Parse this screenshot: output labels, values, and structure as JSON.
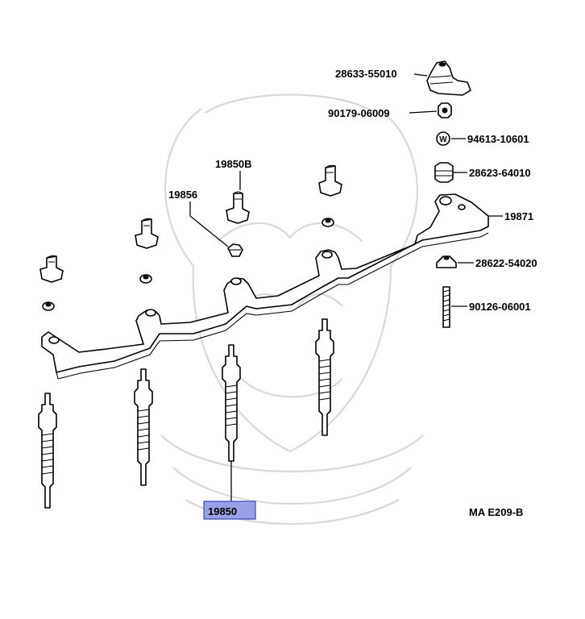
{
  "diagram": {
    "part_numbers": {
      "p28633": "28633-55010",
      "p90179": "90179-06009",
      "p94613": "94613-10601",
      "p28623": "28623-64010",
      "p19871": "19871",
      "p28622": "28622-54020",
      "p90126": "90126-06001",
      "p19850B": "19850B",
      "p19856": "19856",
      "p19850": "19850"
    },
    "washer_symbol": "W",
    "figure_code": "MA E209-B",
    "highlight_color": "#9aa0e6"
  }
}
